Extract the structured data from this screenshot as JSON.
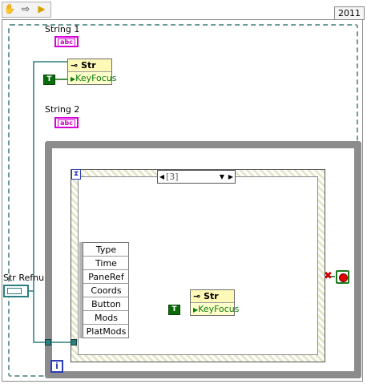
{
  "toolbar": {
    "icons": [
      "hand-icon",
      "arrow-icon",
      "run-icon"
    ]
  },
  "frame": {
    "version_label": "2011"
  },
  "string1": {
    "label": "String 1",
    "type_badge": "abc"
  },
  "string2": {
    "label": "String 2",
    "type_badge": "abc"
  },
  "refnum": {
    "label": "Str Refnum"
  },
  "property_node_top": {
    "class_name": "Str",
    "property": "KeyFocus",
    "constant": "T"
  },
  "property_node_inner": {
    "class_name": "Str",
    "property": "KeyFocus",
    "constant": "T"
  },
  "event_structure": {
    "case_selector": "[3]"
  },
  "event_data": {
    "fields": [
      "Type",
      "Time",
      "PaneRef",
      "Coords",
      "Button",
      "Mods",
      "PlatMods"
    ]
  },
  "while_loop": {
    "iteration_label": "i"
  },
  "colors": {
    "string_wire": "#d800d8",
    "refnum_wire": "#2b7f7f",
    "boolean": "#0a6b0a",
    "loop_border": "#8c8c8c"
  }
}
